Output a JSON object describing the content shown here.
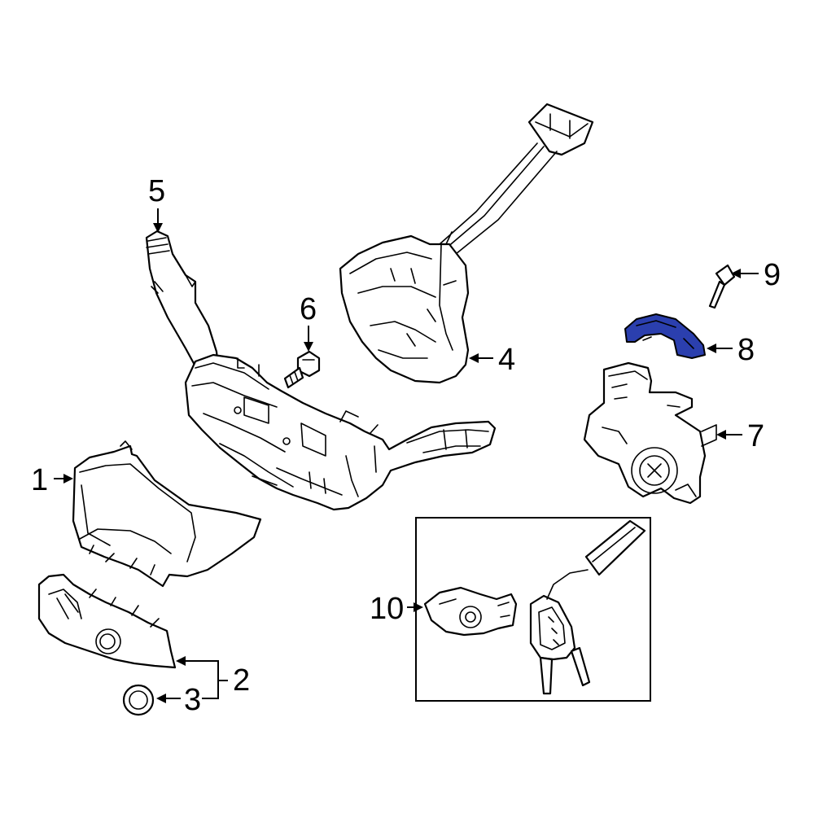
{
  "colors": {
    "line": "#000000",
    "highlight": "#2b3fae",
    "background": "#ffffff"
  },
  "callouts": {
    "c1": "1",
    "c2": "2",
    "c3": "3",
    "c4": "4",
    "c5": "5",
    "c6": "6",
    "c7": "7",
    "c8": "8",
    "c9": "9",
    "c10": "10"
  }
}
